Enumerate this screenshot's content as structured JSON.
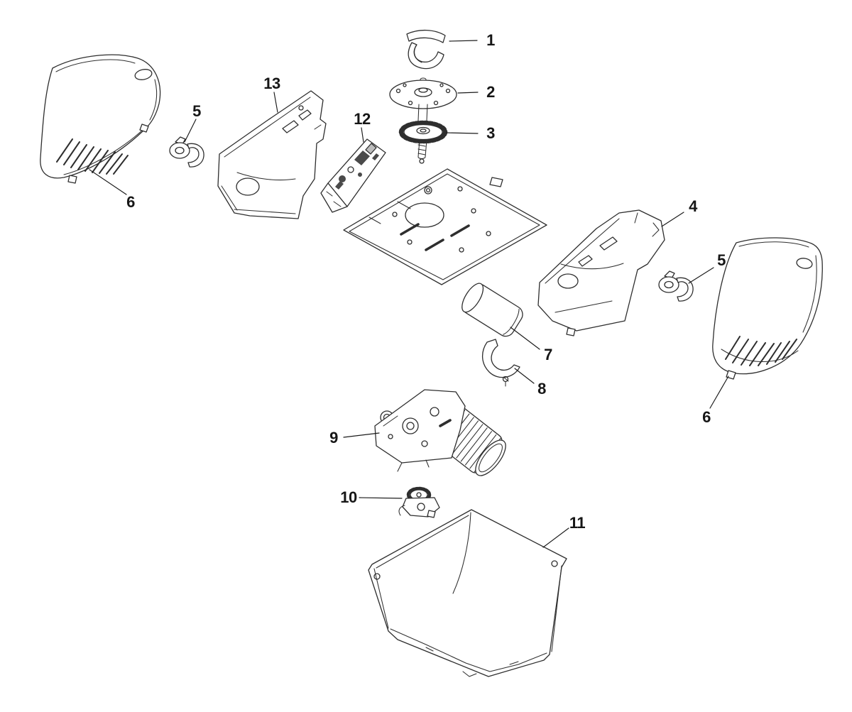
{
  "diagram": {
    "background": "#ffffff",
    "line_color": "#2e2e2e",
    "label_color": "#161616"
  },
  "callouts": {
    "c1": "1",
    "c2": "2",
    "c3": "3",
    "c4": "4",
    "c5a": "5",
    "c5b": "5",
    "c6a": "6",
    "c6b": "6",
    "c7": "7",
    "c8": "8",
    "c9": "9",
    "c10": "10",
    "c11": "11",
    "c12": "12",
    "c13": "13"
  }
}
